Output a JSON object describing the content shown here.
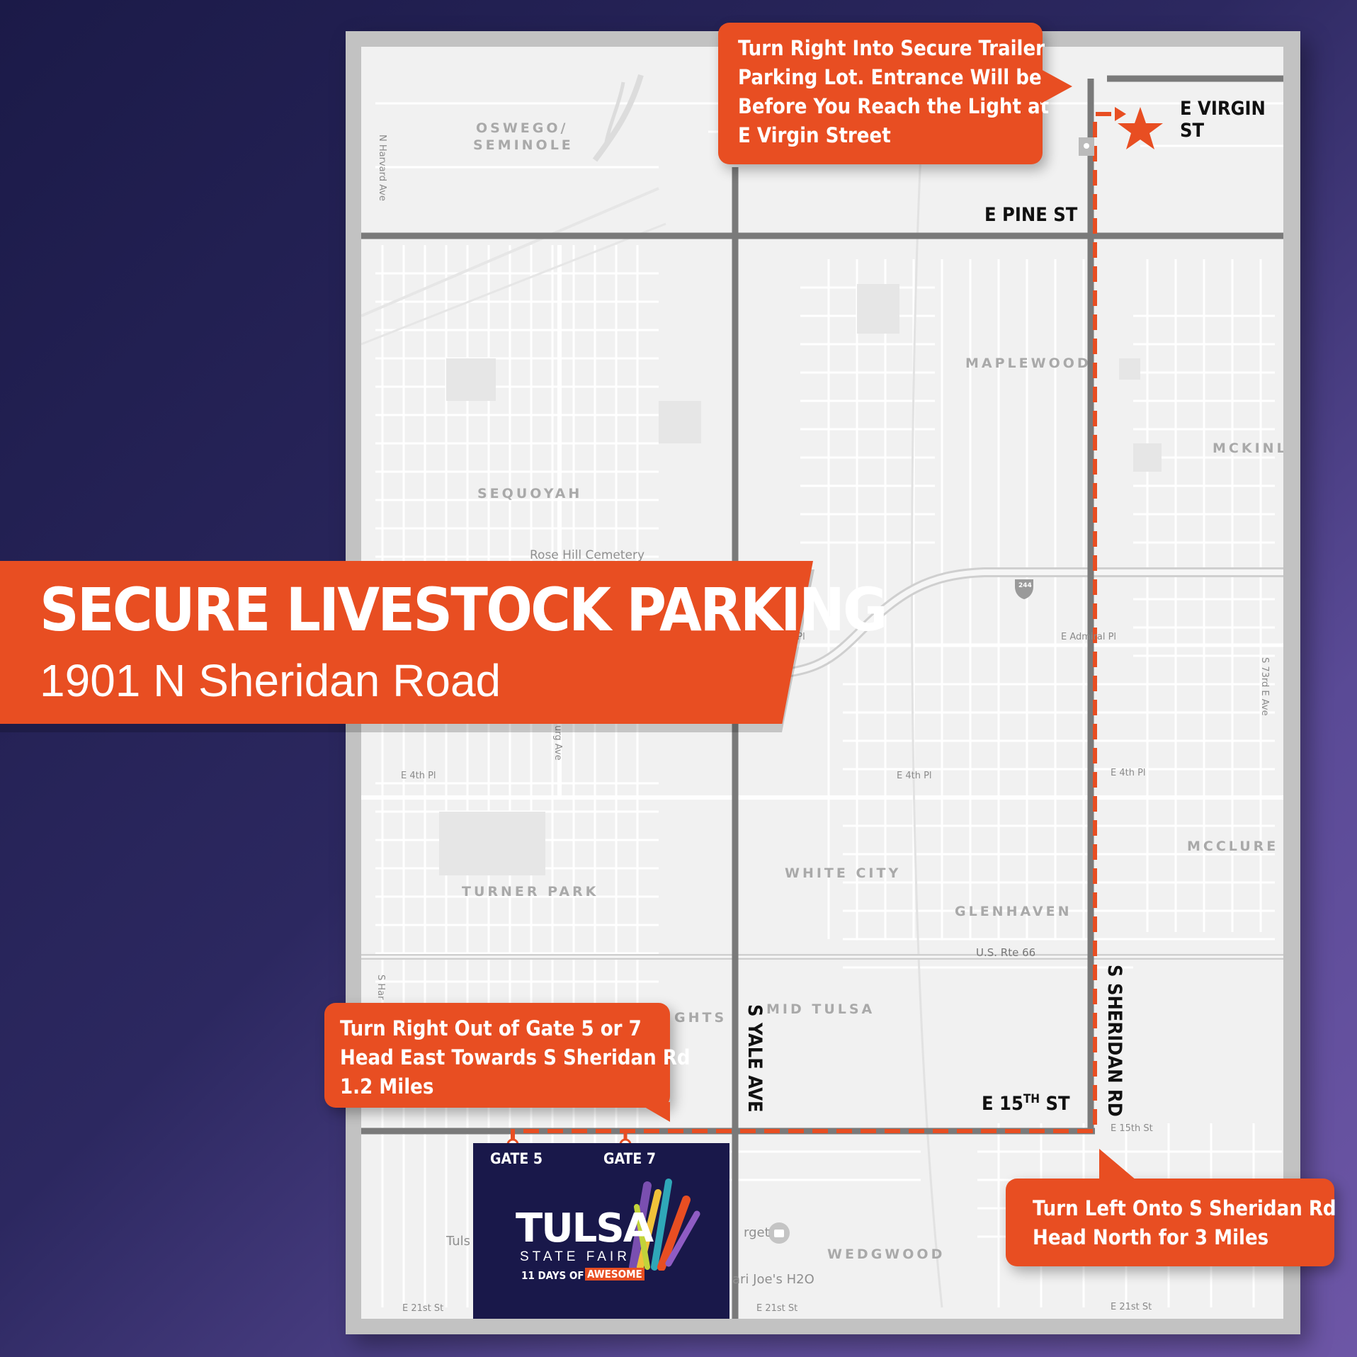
{
  "banner": {
    "title": "SECURE LIVESTOCK PARKING",
    "address": "1901 N Sheridan Road"
  },
  "roads_major": {
    "e_virgin": "E VIRGIN ST",
    "e_pine": "E PINE ST",
    "e_15th_main": "E 15",
    "e_15th_sup": "TH",
    "e_15th_end": " ST",
    "s_yale": "S YALE AVE",
    "s_sheridan": "S SHERIDAN RD"
  },
  "neighborhoods": [
    "OSWEGO/",
    "SEMINOLE",
    "MAPLEWOOD",
    "MCKINL",
    "SEQUOYAH",
    "MCCLURE",
    "WHITE CITY",
    "TURNER PARK",
    "GLENHAVEN",
    "MID TULSA",
    "GHTS",
    "WEDGWOOD"
  ],
  "minor_labels": {
    "n_harvard": "N Harvard Ave",
    "rose_hill": "Rose Hill Cemetery",
    "i244": "244",
    "e_admiral": "E Admiral Pl",
    "pl_fragment": "t Pl",
    "s73rd": "S 73rd E Ave",
    "e4th_left": "E 4th Pl",
    "e4th_mid": "E 4th Pl",
    "e4th_right": "E 4th Pl",
    "us66": "U.S. Rte 66",
    "s_har": "S Har",
    "e15th_small": "E 15th St",
    "target": "rget",
    "tuls": "Tuls",
    "safari": "ari Joe's H2O",
    "e21st_left": "E 21st St",
    "e21st_mid": "E 21st St",
    "e21st_right": "E 21st St",
    "urg_ave": "urg Ave"
  },
  "callouts": {
    "top": [
      "Turn Right Into Secure Trailer",
      "Parking Lot. Entrance Will be",
      "Before You Reach the Light at",
      "E Virgin Street"
    ],
    "left": [
      "Turn Right Out of Gate 5 or 7",
      "Head East Towards S Sheridan Rd",
      "1.2 Miles"
    ],
    "right": [
      "Turn Left Onto S Sheridan Rd",
      "Head North for 3 Miles"
    ]
  },
  "gates": {
    "gate5": "GATE 5",
    "gate7": "GATE 7"
  },
  "logo": {
    "name": "TULSA",
    "sub": "STATE FAIR",
    "tag1": "11 DAYS OF",
    "tag2": "AWESOME"
  },
  "icons": [
    "star-icon",
    "cemetery-pin-icon",
    "shopping-pin-icon",
    "interstate-shield-icon"
  ],
  "colors": {
    "route": "#e84e22",
    "road": "#7a7a7a",
    "navy": "#19184a",
    "map_bg": "#f1f1f1"
  }
}
